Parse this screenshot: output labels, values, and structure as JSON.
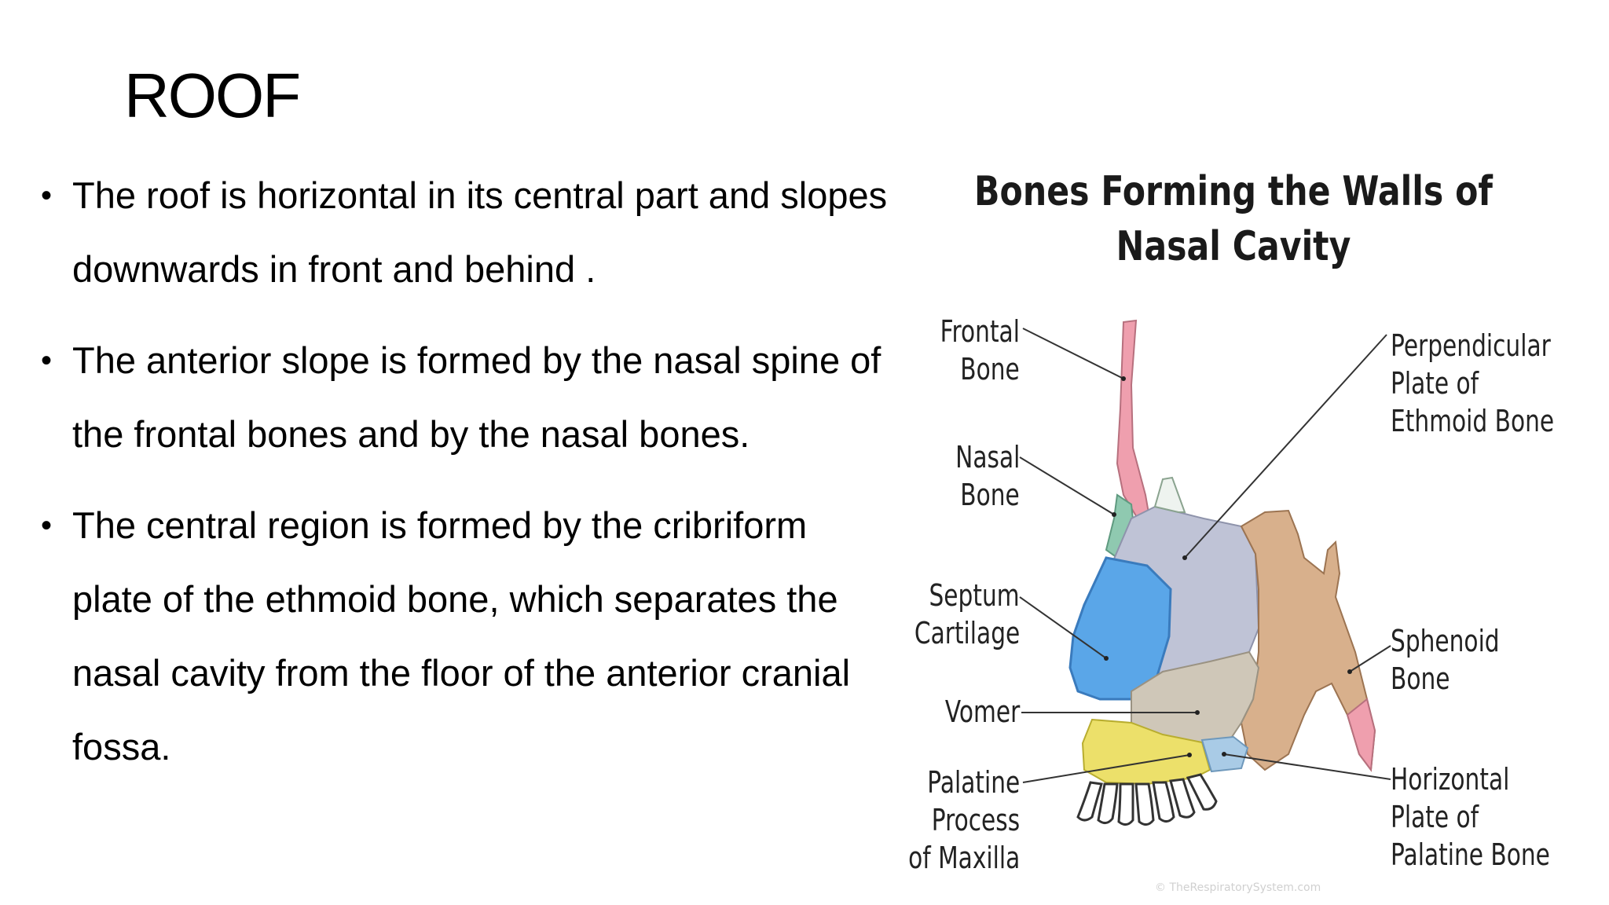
{
  "slide": {
    "title": "ROOF",
    "bullets": [
      {
        "marker": "•",
        "text": "The roof is horizontal in its central part and slopes downwards in front and behind ."
      },
      {
        "marker": "•",
        "text": "The anterior slope is formed by the nasal spine of the frontal bones and by the nasal bones."
      },
      {
        "marker": "•",
        "text": "The central region is formed by the cribriform plate of the ethmoid bone, which separates the nasal cavity from the floor of the anterior cranial fossa."
      }
    ]
  },
  "figure": {
    "title_line1": "Bones Forming the Walls of",
    "title_line2": "Nasal Cavity",
    "labels": {
      "frontal_1": "Frontal",
      "frontal_2": "Bone",
      "nasal_1": "Nasal",
      "nasal_2": "Bone",
      "septum_1": "Septum",
      "septum_2": "Cartilage",
      "vomer": "Vomer",
      "palatine_1": "Palatine",
      "palatine_2": "Process",
      "palatine_3": "of Maxilla",
      "perp_1": "Perpendicular",
      "perp_2": "Plate of",
      "perp_3": "Ethmoid Bone",
      "sphenoid_1": "Sphenoid",
      "sphenoid_2": "Bone",
      "horiz_1": "Horizontal",
      "horiz_2": "Plate of",
      "horiz_3": "Palatine Bone"
    },
    "credit": "© TheRespiratorySystem.com",
    "colors": {
      "frontal": "#ef9fae",
      "nasal": "#8fc9b0",
      "ethmoid": "#bfc3d6",
      "septum": "#5aa6e8",
      "vomer": "#cfc7b8",
      "sphenoid": "#d8b08c",
      "palatine_maxilla": "#ece06a",
      "horizontal_plate": "#a9cbe6"
    }
  }
}
